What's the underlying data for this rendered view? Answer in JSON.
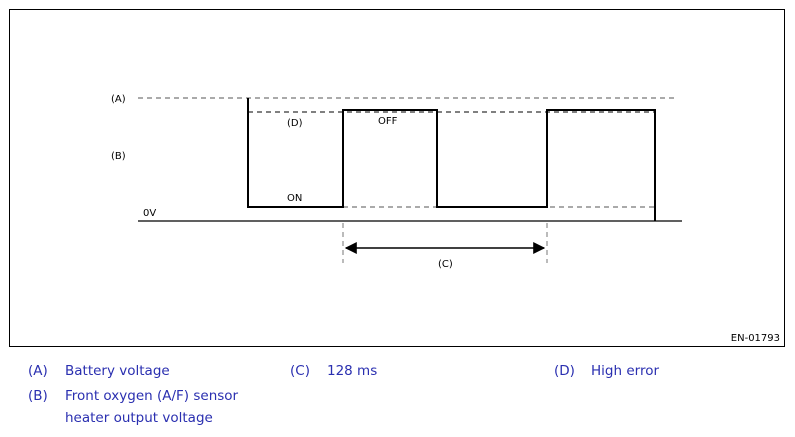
{
  "diagram": {
    "labels": {
      "a": "(A)",
      "b": "(B)",
      "d": "(D)",
      "off": "OFF",
      "on": "ON",
      "zero": "0V",
      "c": "(C)"
    },
    "figure_id": "EN-01793"
  },
  "legend": {
    "a": {
      "key": "(A)",
      "text": "Battery voltage"
    },
    "b": {
      "key": "(B)",
      "text": "Front oxygen (A/F) sensor heater output voltage"
    },
    "c": {
      "key": "(C)",
      "text": "128 ms"
    },
    "d": {
      "key": "(D)",
      "text": "High error"
    }
  }
}
